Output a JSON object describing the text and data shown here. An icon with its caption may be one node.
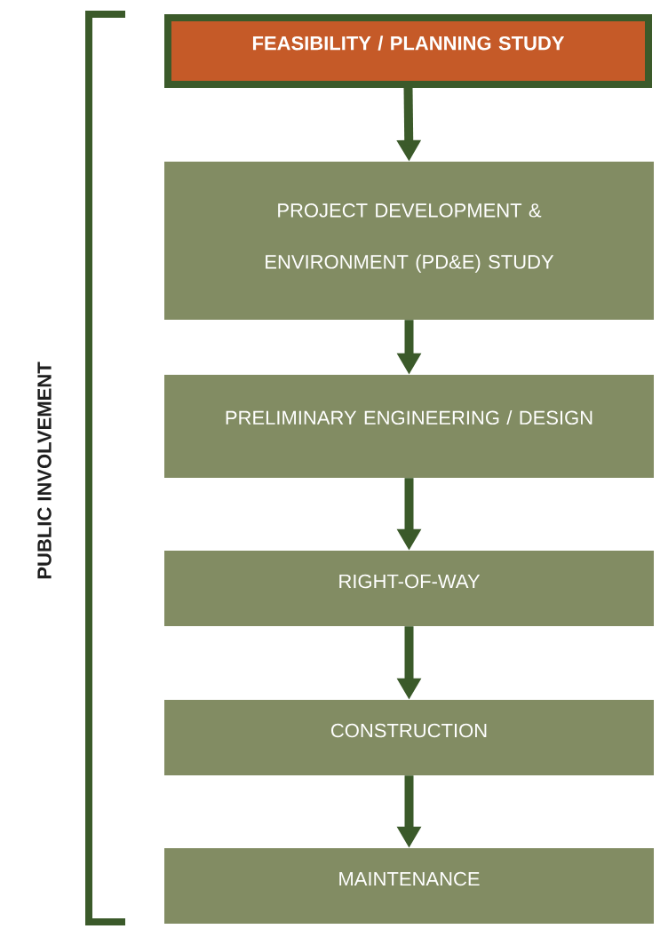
{
  "diagram": {
    "nodes": [
      {
        "text": [
          "FEASIBILITY / PLANNING STUDY"
        ]
      },
      {
        "text": [
          "PROJECT DEVELOPMENT & ENVIRONMENT (PD&E) STUDY"
        ]
      },
      {
        "text": [
          "PRELIMINARY ENGINEERING / DESIGN"
        ]
      },
      {
        "text": [
          "RIGHT-OF-WAY"
        ]
      },
      {
        "text": [
          "CONSTRUCTION"
        ]
      },
      {
        "text": [
          "MAINTENANCE"
        ]
      }
    ],
    "edges": [
      {
        "from": 0,
        "to": 1,
        "arrow": "to"
      },
      {
        "from": 1,
        "to": 2,
        "arrow": "to"
      },
      {
        "from": 2,
        "to": 3,
        "arrow": "to"
      },
      {
        "from": 3,
        "to": 4,
        "arrow": "to"
      },
      {
        "from": 4,
        "to": 5,
        "arrow": "to"
      }
    ],
    "labels": [
      "PUBLIC INVOLVEMENT"
    ]
  }
}
